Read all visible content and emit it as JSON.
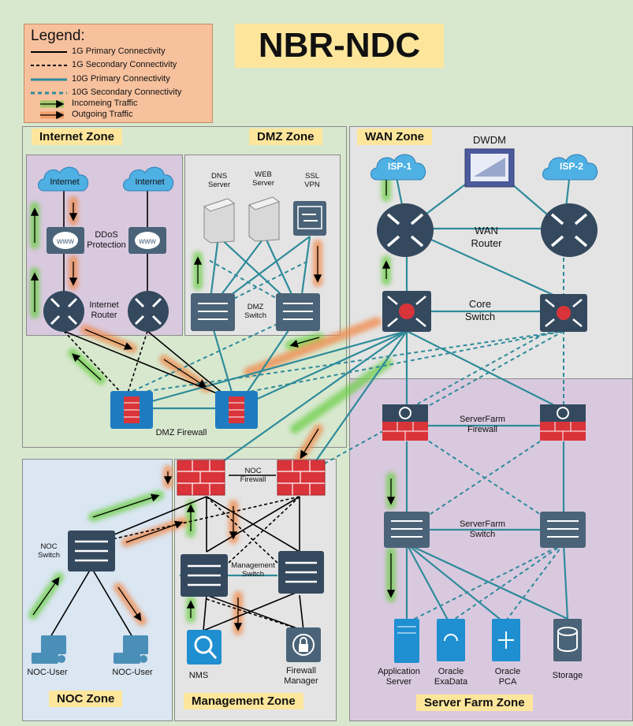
{
  "title": "NBR-NDC",
  "legend": {
    "title": "Legend:",
    "items": [
      "1G Primary Connectivity",
      "1G Secondary Connectivity",
      "10G Primary Connectivity",
      "10G Secondary Connectivity",
      "Incomeing Traffic",
      "Outgoing Traffic"
    ]
  },
  "zones": {
    "internet": "Internet Zone",
    "dmz": "DMZ Zone",
    "wan": "WAN Zone",
    "noc": "NOC Zone",
    "management": "Management Zone",
    "server_farm": "Server Farm Zone"
  },
  "devices": {
    "internet_cloud_1": "Internet",
    "internet_cloud_2": "Internet",
    "ddos": "DDoS\nProtection",
    "internet_router": "Internet\nRouter",
    "dns_server": "DNS\nServer",
    "web_server": "WEB\nServer",
    "ssl_vpn": "SSL\nVPN",
    "dmz_switch": "DMZ\nSwitch",
    "dmz_firewall": "DMZ Firewall",
    "isp1": "ISP-1",
    "isp2": "ISP-2",
    "dwdm": "DWDM",
    "wan_router": "WAN\nRouter",
    "core_switch": "Core\nSwitch",
    "serverfarm_firewall": "ServerFarm\nFirewall",
    "serverfarm_switch": "ServerFarm\nSwitch",
    "application_server": "Application\nServer",
    "oracle_exadata": "Oracle\nExaData",
    "oracle_pca": "Oracle\nPCA",
    "storage": "Storage",
    "noc_firewall": "NOC\nFirewall",
    "noc_switch": "NOC\nSwitch",
    "noc_user_1": "NOC-User",
    "noc_user_2": "NOC-User",
    "management_switch": "Management\nSwitch",
    "nms": "NMS",
    "firewall_manager": "Firewall\nManager"
  },
  "colors": {
    "zone_internet": "#d8e8cf",
    "zone_purple": "#d9c9df",
    "zone_gray": "#e4e4e4",
    "zone_noc": "#dae6f2",
    "legend_bg": "#f7c19e",
    "title_bg": "#fde69c",
    "link_10g": "#2e8b9a",
    "link_1g": "#000000",
    "glow_incoming": "#6fcf4a",
    "glow_outgoing": "#f08a4b",
    "firewall_red": "#d9343a",
    "device_dark": "#34495e"
  },
  "icons": {
    "cloud": "cloud-icon",
    "router": "router-icon",
    "switch": "switch-icon",
    "firewall": "firewall-icon",
    "server": "server-icon"
  }
}
